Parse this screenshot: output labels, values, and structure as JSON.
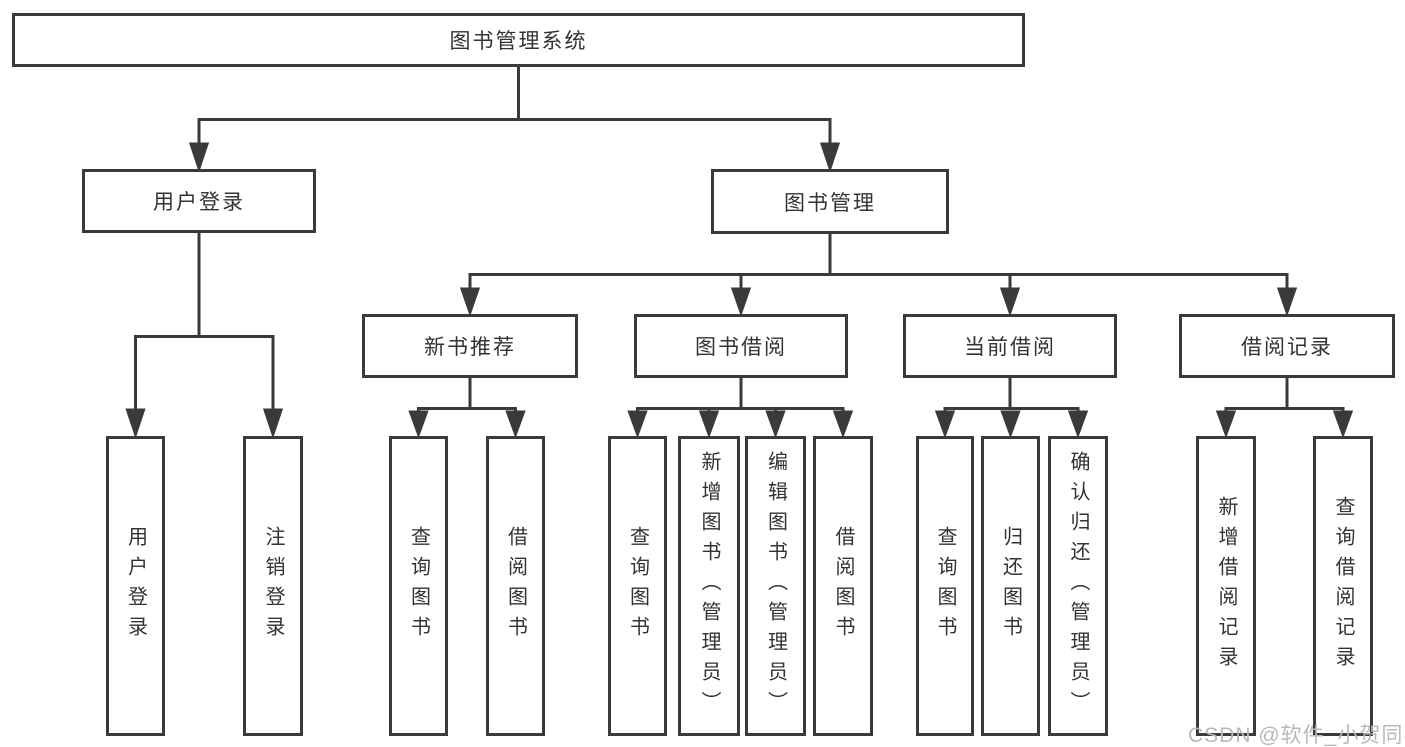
{
  "tree": {
    "label": "图书管理系统",
    "children": [
      {
        "label": "用户登录",
        "children": [
          {
            "label": "用户登录"
          },
          {
            "label": "注销登录"
          }
        ]
      },
      {
        "label": "图书管理",
        "children": [
          {
            "label": "新书推荐",
            "children": [
              {
                "label": "查询图书"
              },
              {
                "label": "借阅图书"
              }
            ]
          },
          {
            "label": "图书借阅",
            "children": [
              {
                "label": "查询图书"
              },
              {
                "label": "新增图书（管理员）"
              },
              {
                "label": "编辑图书（管理员）"
              },
              {
                "label": "借阅图书"
              }
            ]
          },
          {
            "label": "当前借阅",
            "children": [
              {
                "label": "查询图书"
              },
              {
                "label": "归还图书"
              },
              {
                "label": "确认归还（管理员）"
              }
            ]
          },
          {
            "label": "借阅记录",
            "children": [
              {
                "label": "新增借阅记录"
              },
              {
                "label": "查询借阅记录"
              }
            ]
          }
        ]
      }
    ]
  },
  "watermark": {
    "text": "CSDN @软件_小贺同学"
  },
  "colors": {
    "line": "#3a3a3a",
    "box_border": "#3a3a3a",
    "text": "#333333",
    "watermark": "#b9b9b9",
    "background": "#ffffff"
  }
}
